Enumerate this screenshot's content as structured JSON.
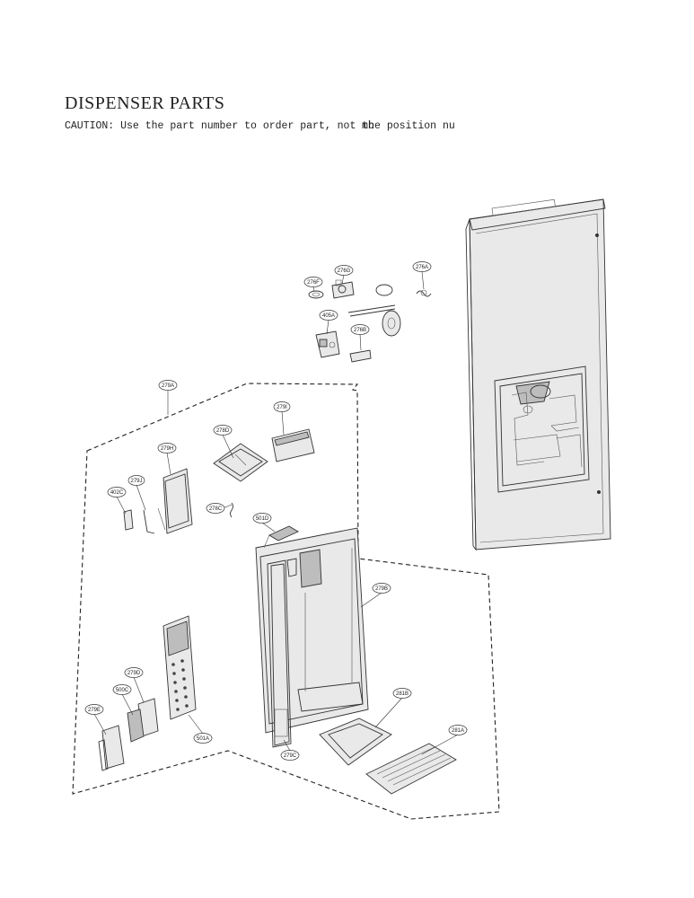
{
  "page": {
    "title": "DISPENSER PARTS",
    "caution": "CAUTION: Use the part number to order part, not the position nu",
    "caution_tail": "mb"
  },
  "parts": [
    {
      "id": "276A"
    },
    {
      "id": "276G"
    },
    {
      "id": "276F"
    },
    {
      "id": "405A"
    },
    {
      "id": "276B"
    },
    {
      "id": "279A"
    },
    {
      "id": "279I"
    },
    {
      "id": "278D"
    },
    {
      "id": "279H"
    },
    {
      "id": "279J"
    },
    {
      "id": "402C"
    },
    {
      "id": "278C"
    },
    {
      "id": "501D"
    },
    {
      "id": "279B"
    },
    {
      "id": "279D"
    },
    {
      "id": "500C"
    },
    {
      "id": "279E"
    },
    {
      "id": "501A"
    },
    {
      "id": "279C"
    },
    {
      "id": "281B"
    },
    {
      "id": "281A"
    }
  ]
}
